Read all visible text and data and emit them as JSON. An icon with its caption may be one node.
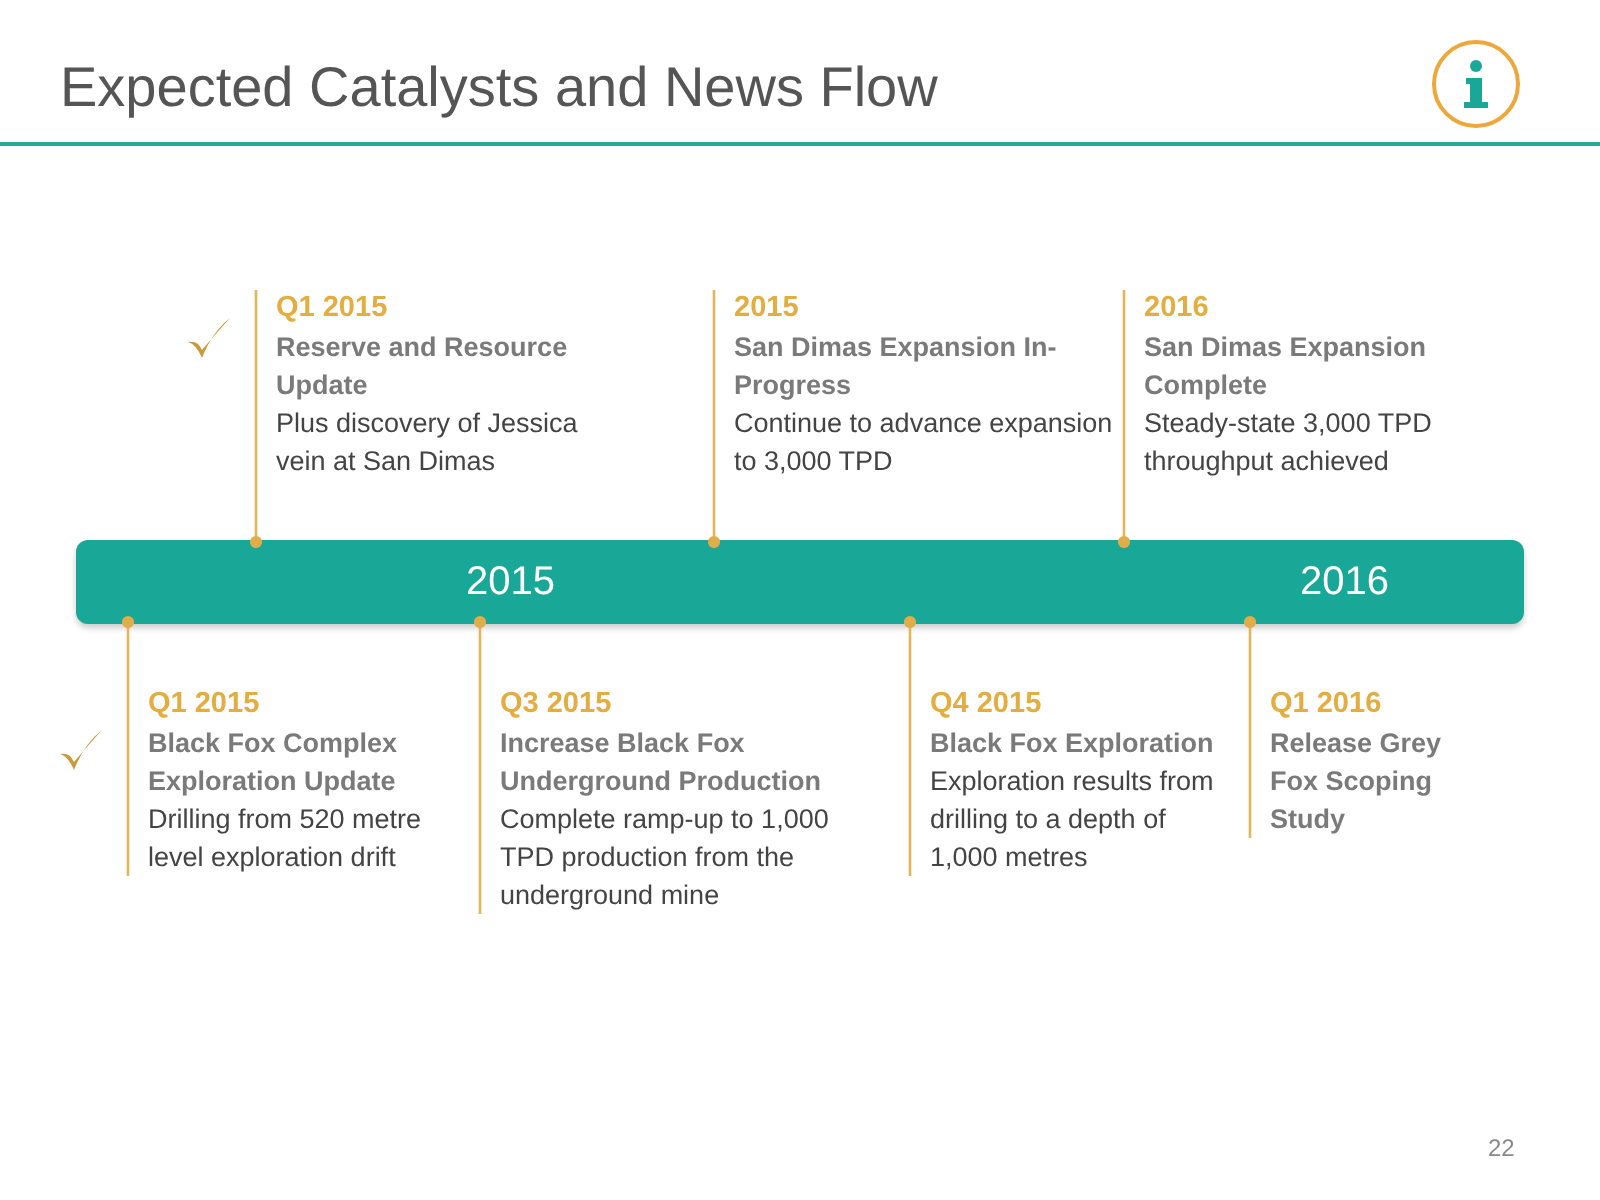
{
  "diagram": {
    "title": "Expected Catalysts and News Flow",
    "nodes": [
      {
        "text": [
          "2015",
          "2016"
        ]
      },
      {
        "text": [
          "Q1 2015",
          "Reserve and Resource Update",
          "Plus discovery of Jessica vein at San Dimas"
        ]
      },
      {
        "text": [
          "2015",
          "San Dimas Expansion In-Progress",
          "Continue to advance expansion to 3,000 TPD"
        ]
      },
      {
        "text": [
          "2016",
          "San Dimas Expansion Complete",
          "Steady-state 3,000 TPD throughput achieved"
        ]
      },
      {
        "text": [
          "Q1 2015",
          "Black Fox Complex Exploration Update",
          "Drilling from 520 metre level exploration drift"
        ]
      },
      {
        "text": [
          "Q3 2015",
          "Increase Black Fox Underground Production",
          "Complete ramp-up to 1,000 TPD production from the underground mine"
        ]
      },
      {
        "text": [
          "Q4 2015",
          "Black Fox Exploration",
          "Exploration results from drilling to a depth of 1,000 metres"
        ]
      },
      {
        "text": [
          "Q1 2016",
          "Release Grey Fox Scoping Study"
        ]
      }
    ],
    "edges": [
      {
        "from": 1,
        "to": 0,
        "arrow": "other"
      },
      {
        "from": 2,
        "to": 0,
        "arrow": "other"
      },
      {
        "from": 3,
        "to": 0,
        "arrow": "other"
      },
      {
        "from": 4,
        "to": 0,
        "arrow": "other"
      },
      {
        "from": 5,
        "to": 0,
        "arrow": "other"
      },
      {
        "from": 6,
        "to": 0,
        "arrow": "other"
      },
      {
        "from": 7,
        "to": 0,
        "arrow": "other"
      }
    ],
    "labels": [
      "22"
    ]
  }
}
